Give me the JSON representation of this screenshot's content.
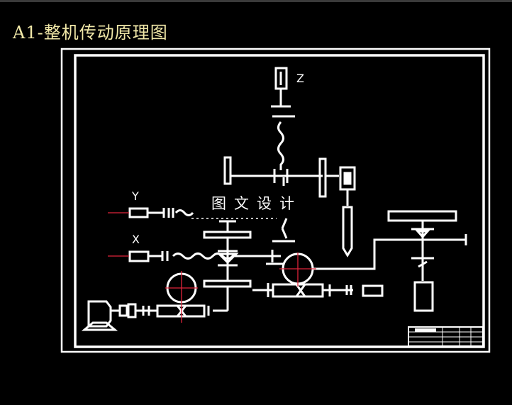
{
  "title": "A1-整机传动原理图",
  "axis_labels": {
    "z": "Z",
    "y": "Y",
    "x": "X"
  },
  "watermark": "图文设计",
  "colors": {
    "line": "#ffffff",
    "center_line": "#e0243a",
    "title": "#f1e8a8",
    "background": "#000000"
  }
}
